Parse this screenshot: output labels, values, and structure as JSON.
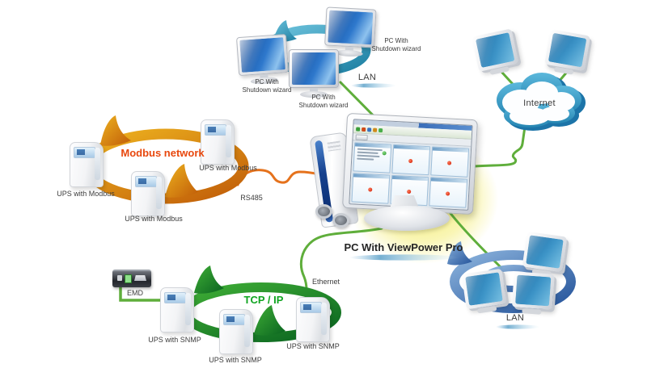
{
  "colors": {
    "line_green": "#5fae3b",
    "line_orange": "#e5721c",
    "modbus_title": "#e8480e",
    "tcpip_title": "#0fa41f",
    "label": "#3b3b3b",
    "ring_orange_light": "#eeb31f",
    "ring_orange_dark": "#c05c08",
    "ring_green_light": "#3fae36",
    "ring_green_dark": "#0a6420",
    "ring_blue_top_light": "#6cc2dc",
    "ring_blue_top_dark": "#1d7fa2",
    "ring_blue_bottom_light": "#8ab2dc",
    "ring_blue_bottom_dark": "#24539a"
  },
  "top_lan": {
    "label": "LAN",
    "pc_labels": [
      "PC With\nShutdown wizard",
      "PC With\nShutdown wizard",
      "PC With\nShutdown wizard"
    ]
  },
  "internet": {
    "label": "Internet"
  },
  "modbus": {
    "title": "Modbus network",
    "ups_labels": [
      "UPS with Modbus",
      "UPS with Modbus",
      "UPS with Modbus"
    ],
    "link_label": "RS485"
  },
  "center_pc": {
    "label": "PC With ViewPower Pro"
  },
  "tcpip": {
    "title": "TCP / IP",
    "ups_labels": [
      "UPS with SNMP",
      "UPS with SNMP",
      "UPS with SNMP"
    ],
    "emd_label": "EMD",
    "link_label": "Ethernet"
  },
  "bottom_lan": {
    "label": "LAN"
  }
}
